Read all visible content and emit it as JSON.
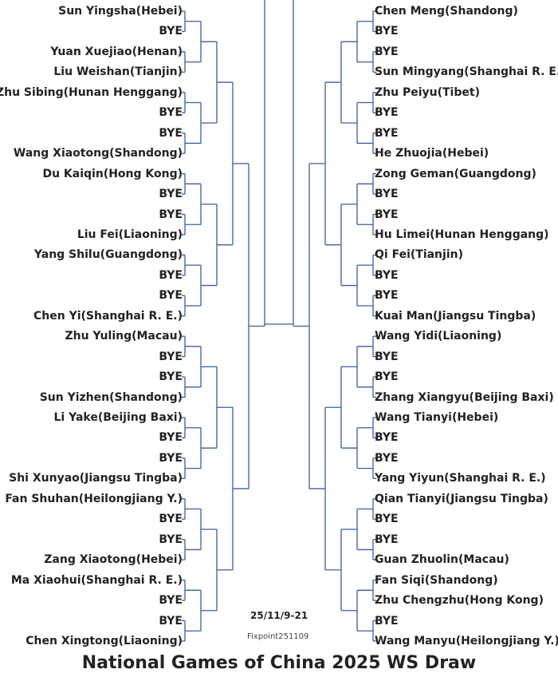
{
  "title": "National Games of China 2025 WS Draw",
  "dates": "25/11/9-21",
  "fixpoint": "Fixpoint251109",
  "line_color": "#3a5f9f",
  "left_players": [
    "Sun Yingsha(Hebei)",
    "BYE",
    "Yuan Xuejiao(Henan)",
    "Liu Weishan(Tianjin)",
    "Zhu Sibing(Hunan Henggang)",
    "BYE",
    "BYE",
    "Wang Xiaotong(Shandong)",
    "Du Kaiqin(Hong Kong)",
    "BYE",
    "BYE",
    "Liu Fei(Liaoning)",
    "Yang Shilu(Guangdong)",
    "BYE",
    "BYE",
    "Chen Yi(Shanghai R. E.)",
    "Zhu Yuling(Macau)",
    "BYE",
    "BYE",
    "Sun Yizhen(Shandong)",
    "Li Yake(Beijing Baxi)",
    "BYE",
    "BYE",
    "Shi Xunyao(Jiangsu Tingba)",
    "Fan Shuhan(Heilongjiang Y.)",
    "BYE",
    "BYE",
    "Zang Xiaotong(Hebei)",
    "Ma Xiaohui(Shanghai R. E.)",
    "BYE",
    "BYE",
    "Chen Xingtong(Liaoning)"
  ],
  "right_players": [
    "Chen Meng(Shandong)",
    "BYE",
    "BYE",
    "Sun Mingyang(Shanghai R. E.)",
    "Zhu Peiyu(Tibet)",
    "BYE",
    "BYE",
    "He Zhuojia(Hebei)",
    "Zong Geman(Guangdong)",
    "BYE",
    "BYE",
    "Hu Limei(Hunan Henggang)",
    "Qi Fei(Tianjin)",
    "BYE",
    "BYE",
    "Kuai Man(Jiangsu Tingba)",
    "Wang Yidi(Liaoning)",
    "BYE",
    "BYE",
    "Zhang Xiangyu(Beijing Baxi)",
    "Wang Tianyi(Hebei)",
    "BYE",
    "BYE",
    "Yang Yiyun(Shanghai R. E.)",
    "Qian Tianyi(Jiangsu Tingba)",
    "BYE",
    "BYE",
    "Guan Zhuolin(Macau)",
    "Fan Siqi(Shandong)",
    "Zhu Chengzhu(Hong Kong)",
    "BYE",
    "Wang Manyu(Heilongjiang Y.)"
  ]
}
